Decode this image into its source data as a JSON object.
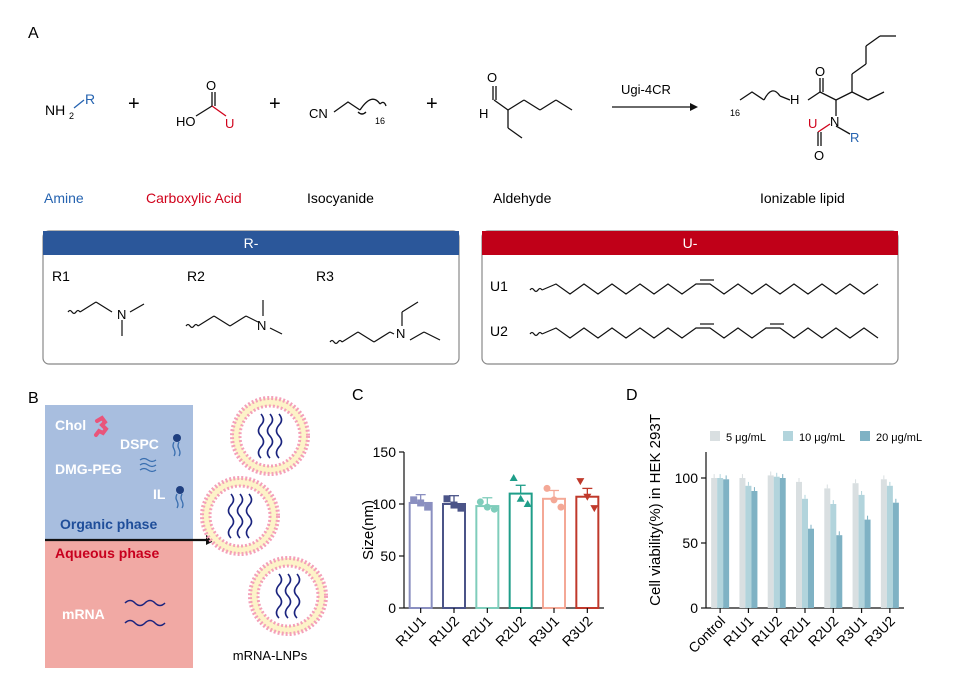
{
  "panel_labels": {
    "a": "A",
    "b": "B",
    "c": "C",
    "d": "D"
  },
  "reaction": {
    "amine_formula_main": "NH",
    "amine_formula_sub": "2",
    "r_label": "R",
    "u_label": "U",
    "ho_label": "HO",
    "o_label": "O",
    "cn_label": "CN",
    "n16": "16",
    "h_label": "H",
    "plus": "+",
    "arrow_label": "Ugi-4CR",
    "nh_label": "H",
    "n_label": "N",
    "product_n": "N",
    "product_o_top": "O",
    "product_o_bottom": "O",
    "product_u": "U",
    "product_r": "R",
    "product_16": "16",
    "captions": {
      "amine": "Amine",
      "acid": "Carboxylic Acid",
      "isocyanide": "Isocyanide",
      "aldehyde": "Aldehyde",
      "lipid": "Ionizable lipid"
    },
    "colors": {
      "amine": "#2563b0",
      "acid": "#d0021b"
    }
  },
  "r_box": {
    "header": "R-",
    "header_color": "#2b579a",
    "items": [
      {
        "label": "R1",
        "n": "N"
      },
      {
        "label": "R2",
        "n": "N"
      },
      {
        "label": "R3",
        "n": "N"
      }
    ]
  },
  "u_box": {
    "header": "U-",
    "header_color": "#c00018",
    "items": [
      {
        "label": "U1"
      },
      {
        "label": "U2"
      }
    ]
  },
  "panel_b": {
    "chol": "Chol",
    "dspc": "DSPC",
    "dmgpeg": "DMG-PEG",
    "il": "IL",
    "organic": "Organic  phase",
    "aqueous": "Aqueous phase",
    "mrna": "mRNA",
    "lnps": "mRNA-LNPs",
    "colors": {
      "organic_bg": "#a8bedf",
      "aqueous_bg": "#f1a9a4",
      "organic_text": "#1f4e9a",
      "aqueous_text": "#c8001e"
    }
  },
  "chart_data": [
    {
      "type": "bar",
      "ylabel": "Size(nm)",
      "ylim": [
        0,
        150
      ],
      "yticks": [
        "0",
        "50",
        "100",
        "150"
      ],
      "categories": [
        "R1U1",
        "R1U2",
        "R2U1",
        "R2U2",
        "R3U1",
        "R3U2"
      ],
      "values": [
        101,
        100,
        98,
        110,
        105,
        107
      ],
      "colors": [
        "#8a8fc0",
        "#4b5488",
        "#7fcdbb",
        "#1f9e89",
        "#f4a896",
        "#c0392b"
      ],
      "points": [
        [
          104,
          101,
          97
        ],
        [
          105,
          99,
          96
        ],
        [
          102,
          97,
          95
        ],
        [
          125,
          105,
          100
        ],
        [
          115,
          104,
          97
        ],
        [
          122,
          107,
          96
        ]
      ]
    },
    {
      "type": "bar",
      "ylabel": "Cell viability(%) in HEK 293T",
      "ylim": [
        0,
        120
      ],
      "yticks": [
        "0",
        "50",
        "100"
      ],
      "categories": [
        "Control",
        "R1U1",
        "R1U2",
        "R2U1",
        "R2U2",
        "R3U1",
        "R3U2"
      ],
      "series": [
        {
          "name": "5 μg/mL",
          "color": "#d9dfe1",
          "values": [
            100,
            100,
            102,
            97,
            92,
            96,
            99
          ]
        },
        {
          "name": "10 μg/mL",
          "color": "#b2d4dc",
          "values": [
            100,
            94,
            101,
            84,
            80,
            87,
            94
          ]
        },
        {
          "name": "20 μg/mL",
          "color": "#7fb2c4",
          "values": [
            99,
            90,
            100,
            61,
            56,
            68,
            81
          ]
        }
      ],
      "legend_position": "top"
    }
  ]
}
